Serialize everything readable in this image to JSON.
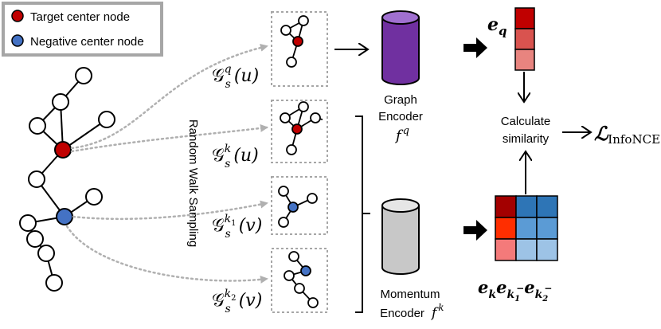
{
  "legend": {
    "target_label": "Target center node",
    "negative_label": "Negative center node"
  },
  "colors": {
    "target_node": "#c00000",
    "negative_node": "#4472c4",
    "graph_encoder": "#7030a0",
    "momentum_encoder": "#c8c8c8",
    "eq_cells": [
      "#c00000",
      "#d9534f",
      "#e8847f"
    ],
    "ek_grid": [
      [
        "#a30000",
        "#2e75b6",
        "#2e75b6"
      ],
      [
        "#ff2e00",
        "#5b9bd5",
        "#5b9bd5"
      ],
      [
        "#f47a7a",
        "#9dc3e6",
        "#9dc3e6"
      ]
    ]
  },
  "subgraphs": {
    "q": {
      "base": "𝒢",
      "sub": "s",
      "sup": "q",
      "arg": "(u)"
    },
    "k_u": {
      "base": "𝒢",
      "sub": "s",
      "sup": "k",
      "arg": "(u)"
    },
    "k1": {
      "base": "𝒢",
      "sub": "s",
      "sup": "k",
      "sup_sub": "1",
      "arg": "(v)"
    },
    "k2": {
      "base": "𝒢",
      "sub": "s",
      "sup": "k",
      "sup_sub": "2",
      "arg": "(v)"
    }
  },
  "random_walk_label": "Random Walk Sampling",
  "graph_encoder": {
    "line1": "Graph",
    "line2": "Encoder",
    "symbol": "f",
    "sup": "q"
  },
  "momentum_encoder": {
    "line1": "Momentum",
    "line2": "Encoder",
    "symbol": "f",
    "sup": "k"
  },
  "eq_label": {
    "base": "e",
    "sub": "q"
  },
  "calc": {
    "line1": "Calculate",
    "line2": "similarity"
  },
  "loss": {
    "symbol": "ℒ",
    "sub": "InfoNCE"
  },
  "ek_label": {
    "e1": "e",
    "s1": "k",
    "e2": "e",
    "s2": "k",
    "s2sub": "1",
    "s2sup": "−",
    "e3": "e",
    "s3": "k",
    "s3sub": "2",
    "s3sup": "−"
  }
}
